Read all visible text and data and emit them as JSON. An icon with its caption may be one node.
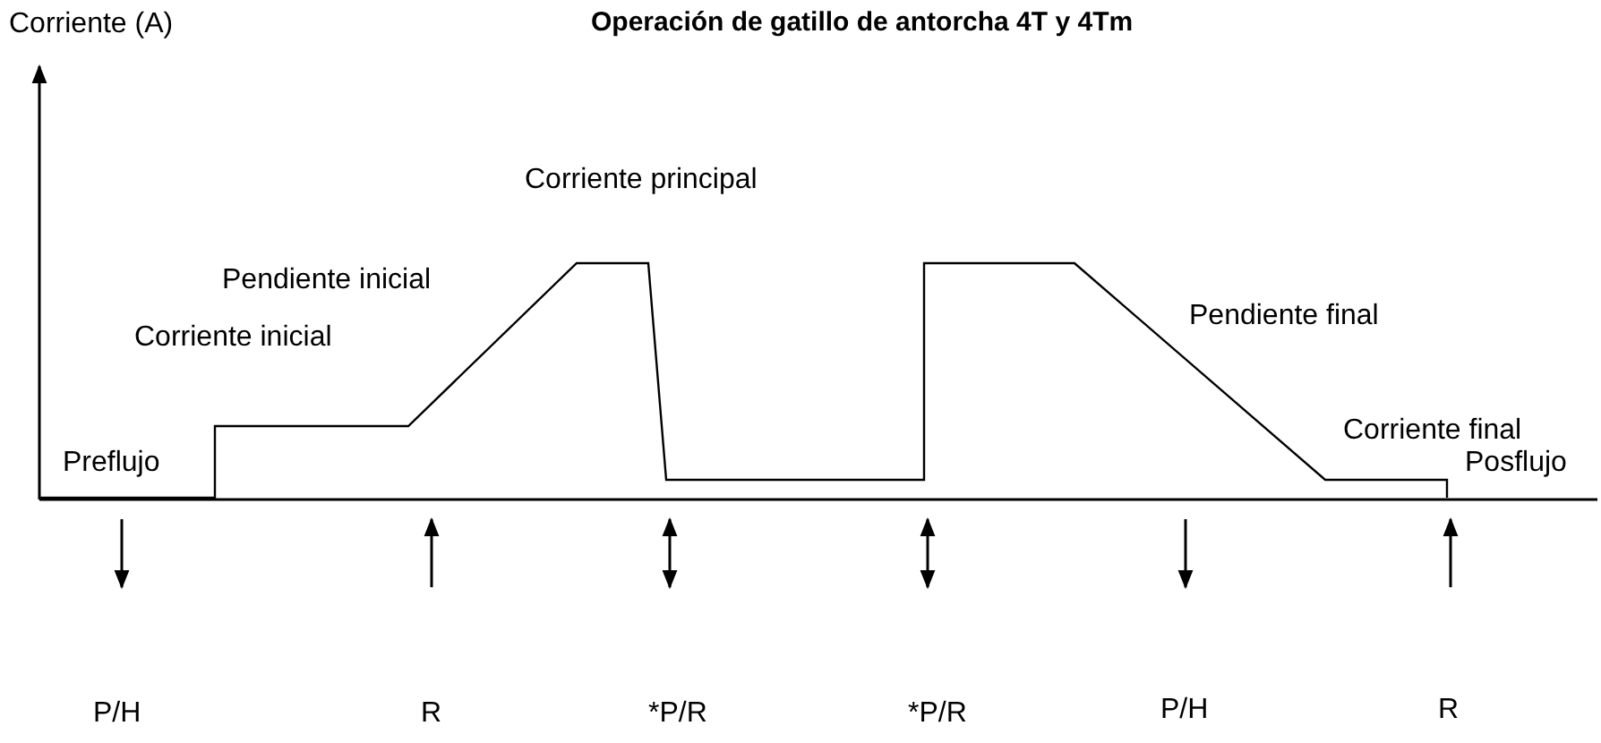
{
  "diagram": {
    "title": "Operación de gatillo de antorcha 4T y 4Tm",
    "labels": [
      "Corriente (A)",
      "Corriente principal",
      "Pendiente inicial",
      "Pendiente final",
      "Corriente inicial",
      "Corriente final",
      "Preflujo",
      "Posflujo",
      "P/H",
      "R",
      "*P/R",
      "*P/R",
      "P/H",
      "R"
    ]
  }
}
